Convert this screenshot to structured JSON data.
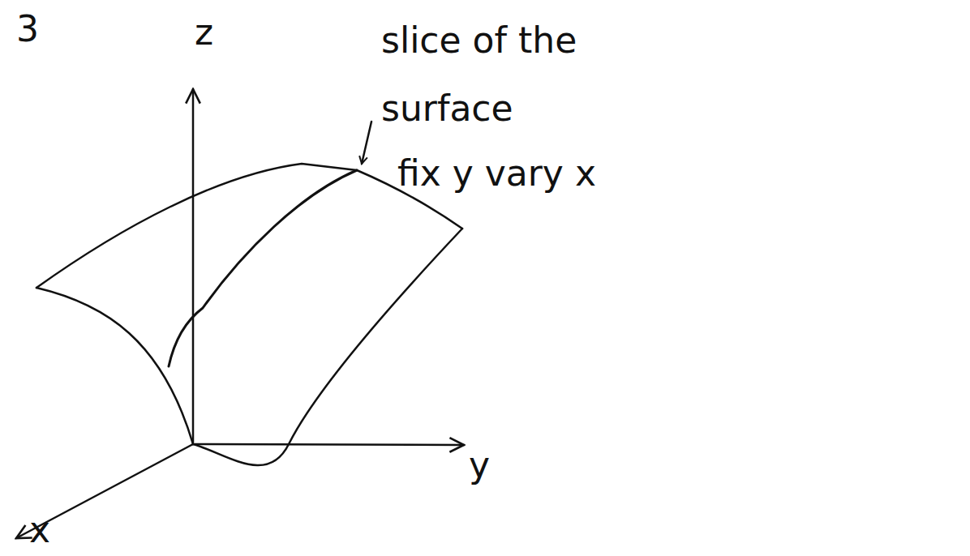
{
  "diagram": {
    "labels": [
      "3",
      "z",
      "y",
      "x",
      "slice of the surface",
      "fix y vary x"
    ]
  }
}
